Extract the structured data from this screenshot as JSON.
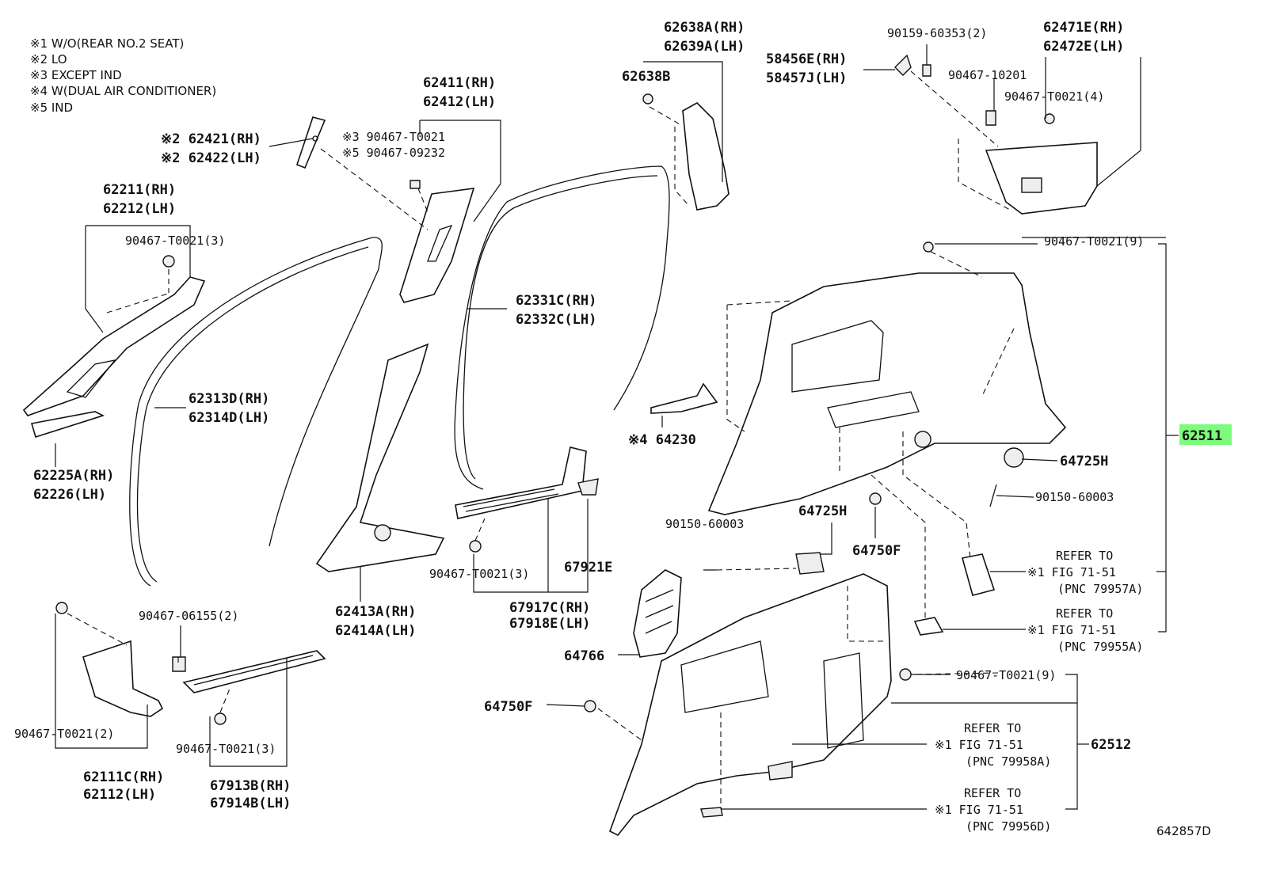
{
  "notes": [
    "※1 W/O(REAR NO.2 SEAT)",
    "※2 LO",
    "※3 EXCEPT IND",
    "※4 W(DUAL AIR CONDITIONER)",
    "※5 IND"
  ],
  "labels": {
    "l62421": "※2 62421(RH)",
    "l62422": "※2 62422(LH)",
    "l62411": "62411(RH)",
    "l62412": "62412(LH)",
    "l90467t3": "※3 90467-T0021",
    "l90467_5": "※5 90467-09232",
    "l62211": "62211(RH)",
    "l62212": "62212(LH)",
    "l90467t3a": "90467-T0021(3)",
    "l62225": "62225A(RH)",
    "l62226": "62226(LH)",
    "l62313": "62313D(RH)",
    "l62314": "62314D(LH)",
    "l62331": "62331C(RH)",
    "l62332": "62332C(LH)",
    "l62638a": "62638A(RH)",
    "l62639a": "62639A(LH)",
    "l62638b": "62638B",
    "l58456": "58456E(RH)",
    "l58457": "58457J(LH)",
    "l90159": "90159-60353(2)",
    "l62471": "62471E(RH)",
    "l62472": "62472E(LH)",
    "l90467_102": "90467-10201",
    "l90467t4": "90467-T0021(4)",
    "l90467t9a": "90467-T0021(9)",
    "l62511": "62511",
    "l64230": "※4 64230",
    "l64725a": "64725H",
    "l90150a": "90150-60003",
    "l90150b": "90150-60003",
    "l64725b": "64725H",
    "l64750a": "64750F",
    "ref1a": "REFER TO",
    "ref1b": "※1 FIG 71-51",
    "ref1c": "(PNC 79957A)",
    "ref2a": "REFER TO",
    "ref2b": "※1 FIG 71-51",
    "ref2c": "(PNC 79955A)",
    "l90467_06": "90467-06155(2)",
    "l90467t3b": "90467-T0021(3)",
    "l67921": "67921E",
    "l67917": "67917C(RH)",
    "l67918": "67918E(LH)",
    "l62413": "62413A(RH)",
    "l62414": "62414A(LH)",
    "l64766": "64766",
    "l64750b": "64750F",
    "l90467t9b": "90467-T0021(9)",
    "ref3a": "REFER TO",
    "ref3b": "※1 FIG 71-51",
    "ref3c": "(PNC 79958A)",
    "l62512": "62512",
    "ref4a": "REFER TO",
    "ref4b": "※1 FIG 71-51",
    "ref4c": "(PNC 79956D)",
    "l90467t2": "90467-T0021(2)",
    "l62111": "62111C(RH)",
    "l62112": "62112(LH)",
    "l90467t3c": "90467-T0021(3)",
    "l67913": "67913B(RH)",
    "l67914": "67914B(LH)",
    "code": "642857D"
  },
  "colors": {
    "highlight": "#7cfc7c",
    "ink": "#111111"
  }
}
